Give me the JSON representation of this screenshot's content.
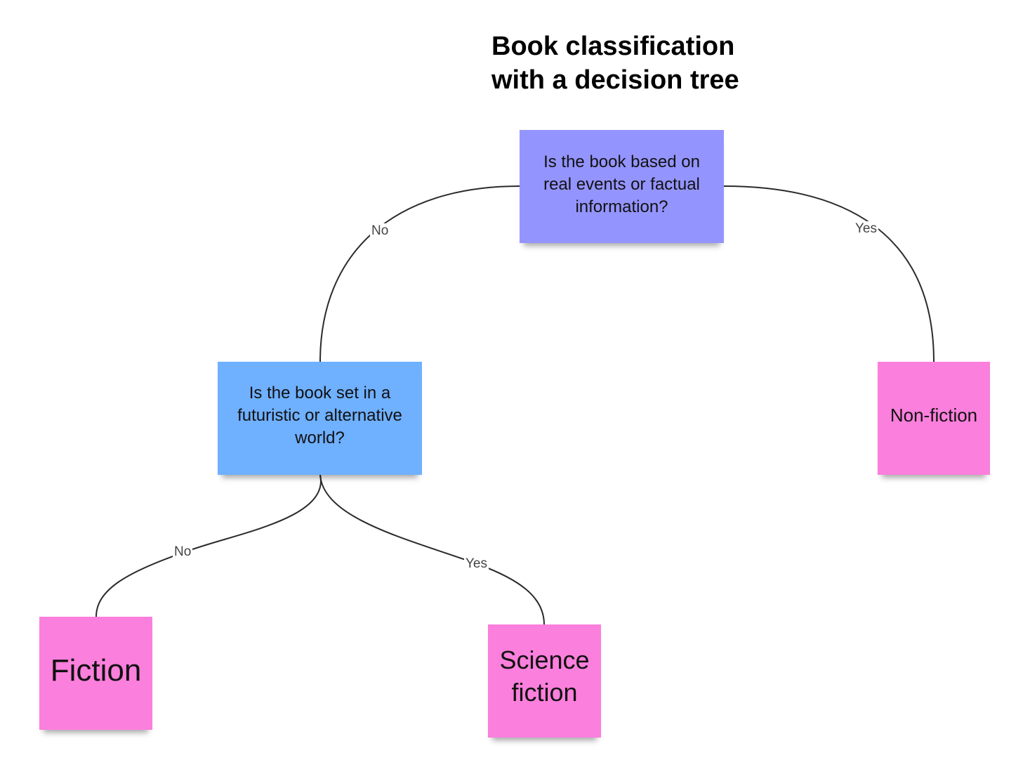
{
  "title": {
    "line1": "Book classification",
    "line2": "with a decision tree"
  },
  "nodes": {
    "root_question": "Is the book based on real events or factual information?",
    "second_question": "Is the book set in a futuristic or alternative world?",
    "leaf_nonfiction": "Non-fiction",
    "leaf_fiction": "Fiction",
    "leaf_scifi": "Science fiction"
  },
  "edges": {
    "root_no": "No",
    "root_yes": "Yes",
    "second_no": "No",
    "second_yes": "Yes"
  },
  "colors": {
    "root_question": "#9494ff",
    "second_question": "#6fb0ff",
    "leaf": "#fb7fdc",
    "connector": "#2b2b2b"
  }
}
